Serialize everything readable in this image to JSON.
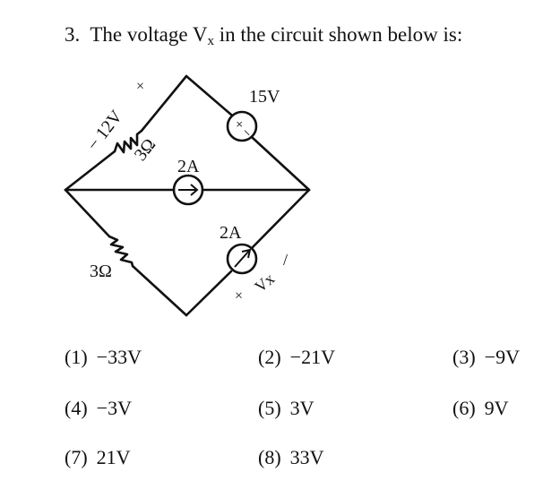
{
  "question": {
    "number": "3.",
    "text_before": "The voltage V",
    "subscript": "x",
    "text_after": " in the circuit shown below is:"
  },
  "circuit": {
    "resistor_top_value": "3Ω",
    "resistor_top_voltage": "12V",
    "resistor_top_minus": "−",
    "resistor_top_plus": "×",
    "voltage_source_value": "15V",
    "voltage_source_plus": "+",
    "voltage_source_minus": "−",
    "current_source_middle": "2A",
    "current_source_bottom": "2A",
    "resistor_bottom_value": "3Ω",
    "vx_label": "Vx",
    "vx_plus": "×",
    "vx_minus": "/"
  },
  "options": [
    {
      "num": "(1)",
      "value": "−33V"
    },
    {
      "num": "(2)",
      "value": "−21V"
    },
    {
      "num": "(3)",
      "value": "−9V"
    },
    {
      "num": "(4)",
      "value": "−3V"
    },
    {
      "num": "(5)",
      "value": "3V"
    },
    {
      "num": "(6)",
      "value": "9V"
    },
    {
      "num": "(7)",
      "value": "21V"
    },
    {
      "num": "(8)",
      "value": "33V"
    }
  ]
}
